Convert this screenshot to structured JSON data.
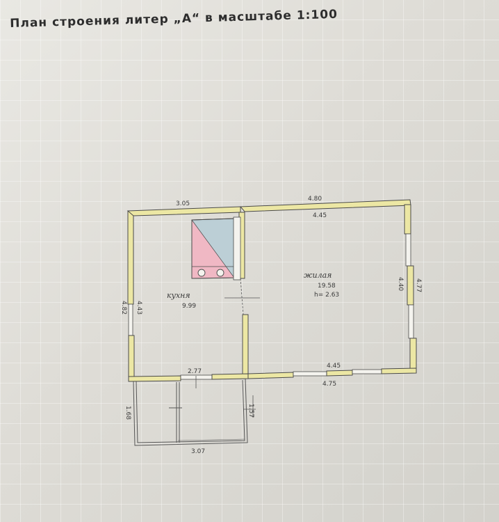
{
  "title": "План строения литер „А“ в масштабе 1:100",
  "rooms": {
    "kitchen": {
      "name": "кухня",
      "area": "9.99"
    },
    "living": {
      "name": "жилая",
      "area": "19.58",
      "height": "h= 2.63"
    }
  },
  "dimensions": {
    "top_kitchen_outer": "3.05",
    "top_living_outer": "4.80",
    "top_living_inner": "4.45",
    "left_outer": "4.82",
    "left_inner": "4.43",
    "right_inner": "4.40",
    "right_outer": "4.77",
    "bottom_kitchen": "2.77",
    "bottom_living_inner": "4.45",
    "bottom_living_outer": "4.75",
    "porch_left": "1.68",
    "porch_right": "1.57",
    "porch_bottom": "3.07"
  },
  "colors": {
    "wall_fill": "#ece7a4",
    "stove_pink": "#f0b8c4",
    "stove_blue": "#bccfd6"
  }
}
